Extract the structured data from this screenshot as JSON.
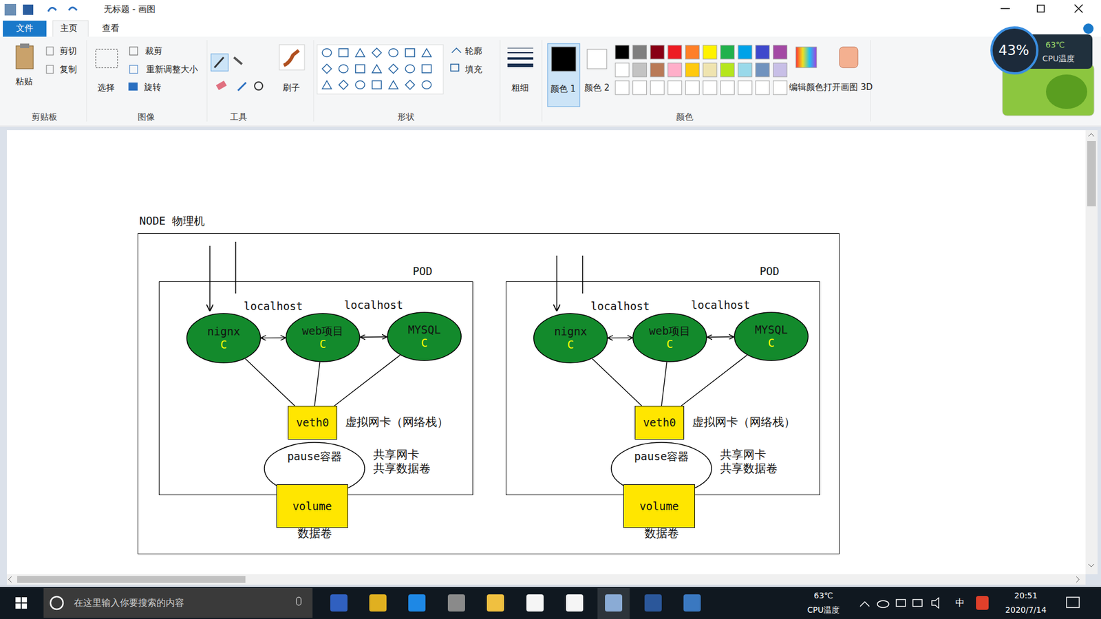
{
  "diagram": {
    "nodes": [
      {
        "text": [
          "NODE 物理机"
        ]
      },
      {
        "text": [
          "POD"
        ],
        "in": 0
      },
      {
        "text": [
          "nignx",
          "C"
        ],
        "in": 1
      },
      {
        "text": [
          "web项目",
          "C"
        ],
        "in": 1
      },
      {
        "text": [
          "MYSQL",
          "C"
        ],
        "in": 1
      },
      {
        "text": [
          "veth0"
        ],
        "in": 1
      },
      {
        "text": [
          "pause容器"
        ],
        "in": 1
      },
      {
        "text": [
          "volume"
        ],
        "in": 0
      },
      {
        "text": [
          "POD"
        ],
        "in": 0
      },
      {
        "text": [
          "nignx",
          "C"
        ],
        "in": 8
      },
      {
        "text": [
          "web项目",
          "C"
        ],
        "in": 8
      },
      {
        "text": [
          "MYSQL",
          "C"
        ],
        "in": 8
      },
      {
        "text": [
          "veth0"
        ],
        "in": 8
      },
      {
        "text": [
          "pause容器"
        ],
        "in": 8
      },
      {
        "text": [
          "volume"
        ],
        "in": 0
      }
    ],
    "edges": [
      {
        "from": 2,
        "to": 3,
        "label": "localhost",
        "arrow": "both"
      },
      {
        "from": 3,
        "to": 4,
        "label": "localhost",
        "arrow": "both"
      },
      {
        "from": 2,
        "to": 5,
        "arrow": "none"
      },
      {
        "from": 3,
        "to": 5,
        "arrow": "none"
      },
      {
        "from": 4,
        "to": 5,
        "arrow": "none"
      },
      {
        "from": 9,
        "to": 10,
        "label": "localhost",
        "arrow": "both"
      },
      {
        "from": 10,
        "to": 11,
        "label": "localhost",
        "arrow": "both"
      },
      {
        "from": 9,
        "to": 12,
        "arrow": "none"
      },
      {
        "from": 10,
        "to": 12,
        "arrow": "none"
      },
      {
        "from": 11,
        "to": 12,
        "arrow": "none"
      }
    ],
    "labels": [
      "无标题 - 画图",
      "文件",
      "主页",
      "查看",
      "粘贴",
      "剪切",
      "复制",
      "选择",
      "裁剪",
      "重新调整大小",
      "旋转",
      "刷子",
      "轮廓",
      "填充",
      "粗细",
      "颜色 1",
      "颜色 2",
      "编辑颜色",
      "打开画图 3D",
      "剪贴板",
      "图像",
      "工具",
      "形状",
      "颜色",
      "43%",
      "63℃",
      "CPU温度",
      "在这里输入你要搜索的内容",
      "63℃",
      "CPU温度",
      "中",
      "20:51",
      "2020/7/14",
      "虚拟网卡（网络栈）",
      "共享网卡 共享数据卷",
      "数据卷",
      "虚拟网卡（网络栈）",
      "共享网卡 共享数据卷",
      "数据卷"
    ]
  }
}
